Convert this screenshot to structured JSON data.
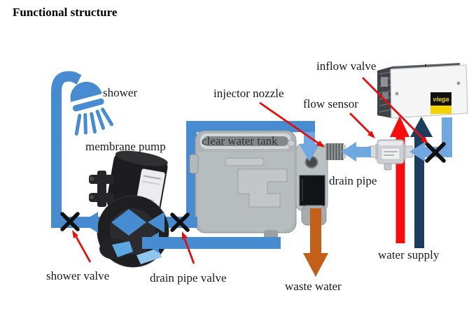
{
  "title": "Functional structure",
  "labels": {
    "shower": "shower",
    "membrane_pump": "membrane pump",
    "injector_nozzle": "injector nozzle",
    "flow_sensor": "flow sensor",
    "inflow_valve": "inflow valve",
    "clear_water_tank": "clear water tank",
    "drain_pipe": "drain pipe",
    "water_supply": "water supply",
    "waste_water": "waste water",
    "shower_valve": "shower valve",
    "drain_pipe_valve": "drain pipe valve"
  },
  "controller": {
    "logo": "viega"
  },
  "icons": [
    "shower-icon",
    "membrane-pump-icon",
    "clear-water-tank-icon",
    "drain-unit-icon",
    "injector-nozzle-icon",
    "flow-sensor-icon",
    "controller-box-icon",
    "valve-x-icon",
    "flow-arrow-icon"
  ],
  "colors": {
    "pipe": "#478cd1",
    "pipe_light": "#6ea8de",
    "hot_supply": "#f60d0d",
    "cold_supply": "#1e3c5c",
    "waste_water": "#c45f17",
    "annotation": "#e60d0d",
    "valve_mark": "#111111",
    "brand_yellow": "#f2d500",
    "tank_gray": "#b7bcbe",
    "pump_black": "#1d1d1f"
  }
}
